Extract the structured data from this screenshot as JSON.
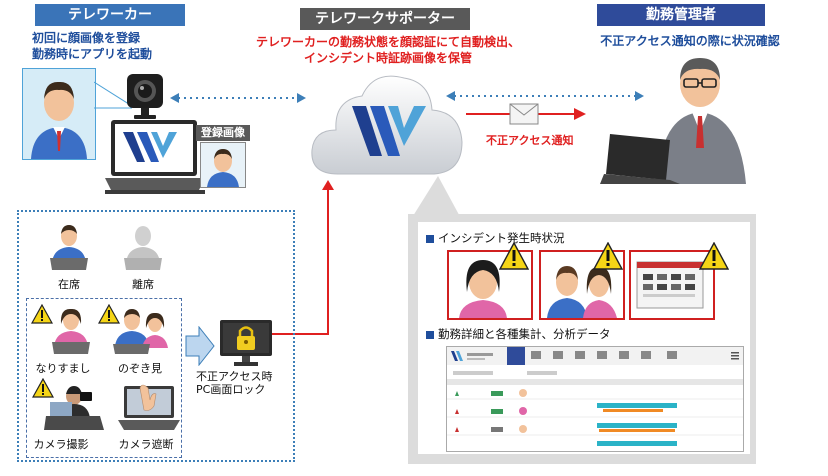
{
  "telework": {
    "header": "テレワーカー",
    "desc_line1": "初回に顔画像を登録",
    "desc_line2": "勤務時にアプリを起動",
    "registered_image_label": "登録画像"
  },
  "supporter": {
    "header": "テレワークサポーター",
    "desc_line1": "テレワーカーの勤務状態を顔認証にて自動検出、",
    "desc_line2": "インシデント時証跡画像を保管"
  },
  "manager": {
    "header": "勤務管理者",
    "desc": "不正アクセス通知の際に状況確認"
  },
  "alert_label": "不正アクセス通知",
  "status": {
    "present": "在席",
    "away": "離席",
    "impersonation": "なりすまし",
    "peeking": "のぞき見",
    "camera_shooting": "カメラ撮影",
    "camera_block": "カメラ遮断"
  },
  "lock_label_line1": "不正アクセス時",
  "lock_label_line2": "PC画面ロック",
  "panel": {
    "incident_title": "インシデント発生時状況",
    "analysis_title": "勤務詳細と各種集計、分析データ"
  },
  "colors": {
    "header_blue": "#3a74b8",
    "header_gray": "#595959",
    "header_navy": "#2f4b9a",
    "accent_red": "#e02020",
    "text_blue": "#1f4e9c"
  }
}
